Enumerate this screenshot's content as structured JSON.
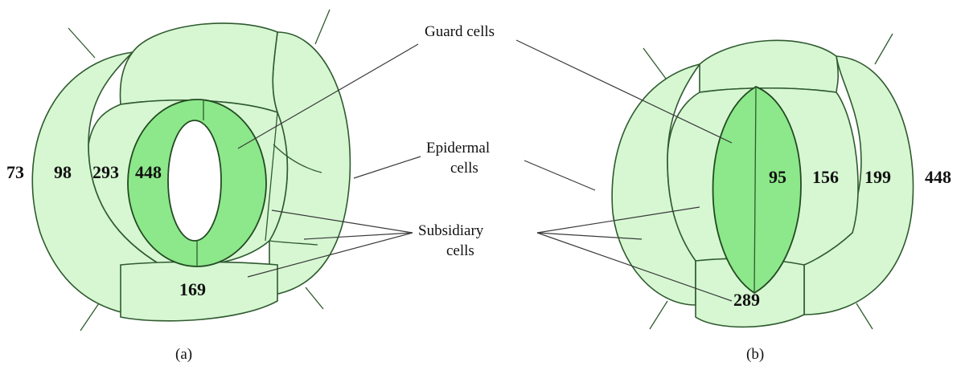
{
  "labels": {
    "guard": "Guard cells",
    "epidermal_line1": "Epidermal",
    "epidermal_line2": "cells",
    "subsidiary_line1": "Subsidiary",
    "subsidiary_line2": "cells"
  },
  "panel_a": {
    "caption": "(a)",
    "numbers": [
      "73",
      "98",
      "293",
      "448",
      "169"
    ]
  },
  "panel_b": {
    "caption": "(b)",
    "numbers": [
      "95",
      "156",
      "199",
      "448",
      "289"
    ]
  },
  "colors": {
    "cell_fill": "#d6f7d2",
    "guard_fill": "#8ce88a",
    "outline": "#2f5a2f"
  }
}
